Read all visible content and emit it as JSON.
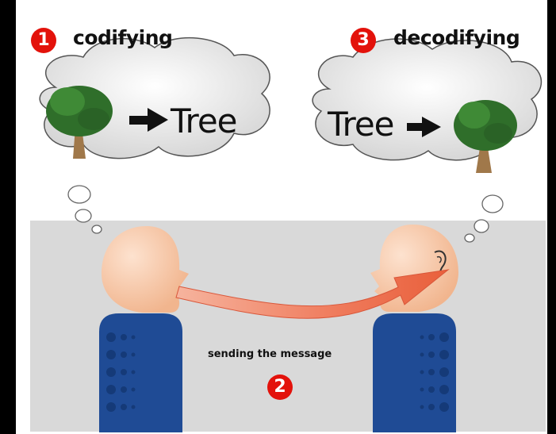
{
  "steps": [
    {
      "number": "1",
      "label": "codifying"
    },
    {
      "number": "2",
      "label": "sending the message"
    },
    {
      "number": "3",
      "label": "decodifying"
    }
  ],
  "bubbles": {
    "left_word": "Tree",
    "right_word": "Tree"
  },
  "colors": {
    "badge": "#e3120b",
    "tree_canopy": "#2f6e2a",
    "tree_trunk": "#a0784a",
    "body": "#1f4b95",
    "arrow": "#f07a5c",
    "floor": "#d9d9d9"
  }
}
